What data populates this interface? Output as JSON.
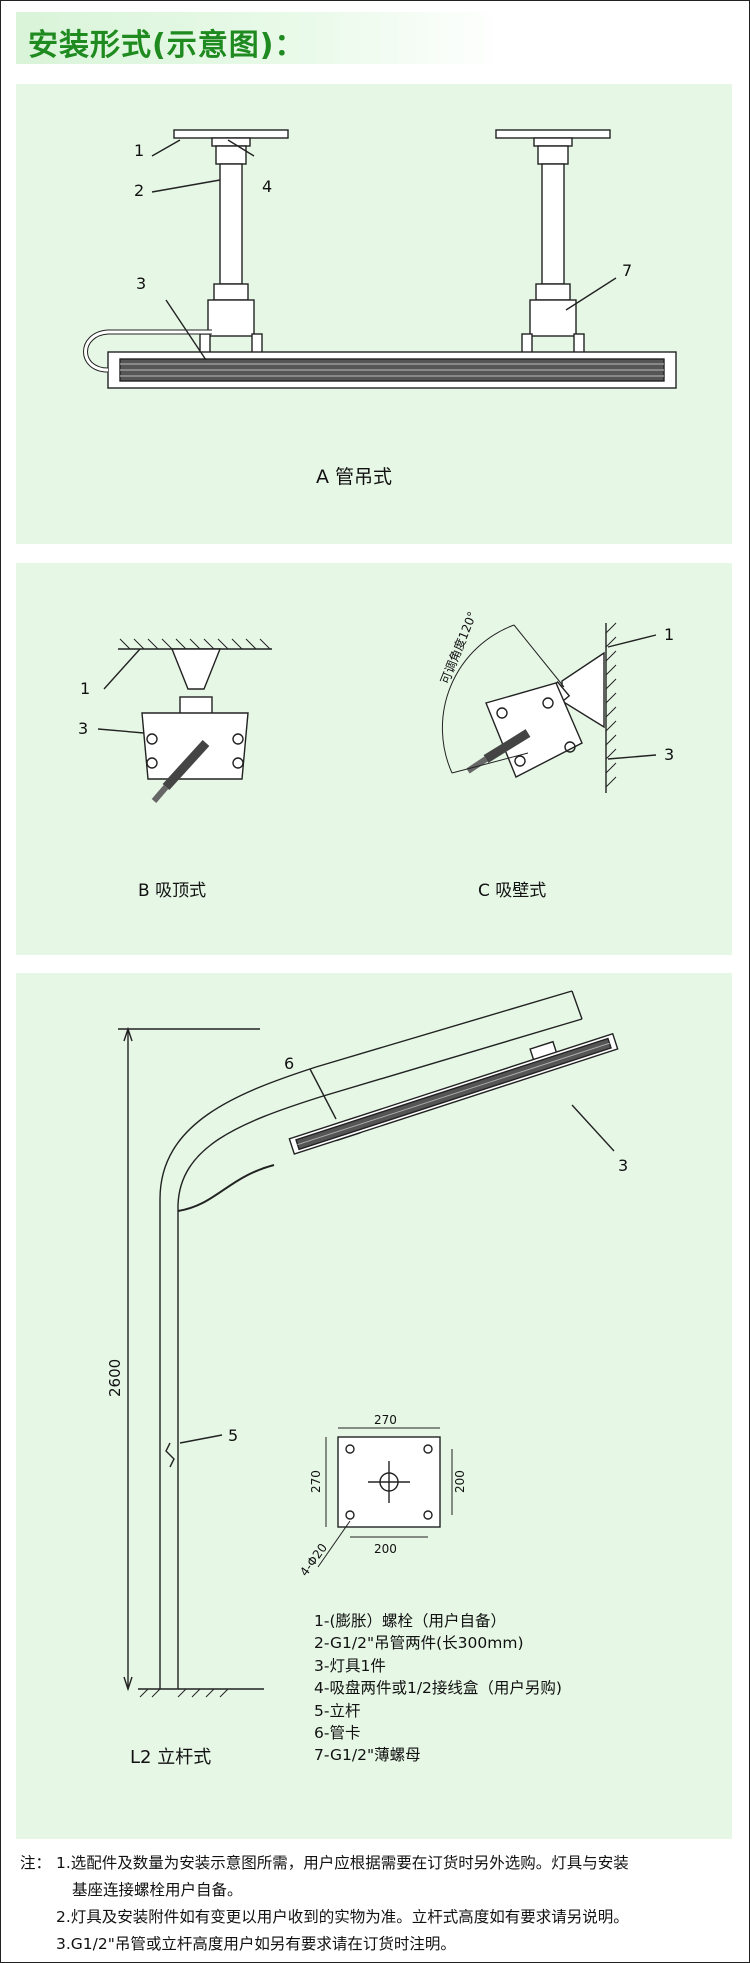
{
  "title": "安装形式(示意图)：",
  "panel_a": {
    "caption": "A 管吊式",
    "callouts": [
      "1",
      "2",
      "3",
      "4",
      "7"
    ]
  },
  "panel_bc": {
    "caption_b": "B 吸顶式",
    "caption_c": "C 吸壁式",
    "callouts_b": [
      "1",
      "3"
    ],
    "callouts_c": [
      "1",
      "3"
    ],
    "angle_label": "可调角度120°"
  },
  "panel_l2": {
    "caption": "L2 立杆式",
    "height_dim": "2600",
    "callouts": [
      "6",
      "3",
      "5"
    ],
    "plate": {
      "top_dim": "270",
      "left_dim": "270",
      "right_dim": "200",
      "bottom_dim": "200",
      "hole_dim": "4-Φ20"
    }
  },
  "legend": [
    "1-(膨胀）螺栓（用户自备）",
    "2-G1/2\"吊管两件(长300mm)",
    "3-灯具1件",
    "4-吸盘两件或1/2接线盒（用户另购)",
    "5-立杆",
    "6-管卡",
    "7-G1/2\"薄螺母"
  ],
  "notes": {
    "prefix": "注：",
    "lines": [
      "1.选配件及数量为安装示意图所需，用户应根据需要在订货时另外选购。灯具与安装",
      "基座连接螺栓用户自备。",
      "2.灯具及安装附件如有变更以用户收到的实物为准。立杆式高度如有要求请另说明。",
      "3.G1/2\"吊管或立杆高度用户如另有要求请在订货时注明。"
    ]
  },
  "colors": {
    "title_green": "#1f8a1f",
    "panel_bg": "#e6f7e6",
    "line": "#222222"
  }
}
